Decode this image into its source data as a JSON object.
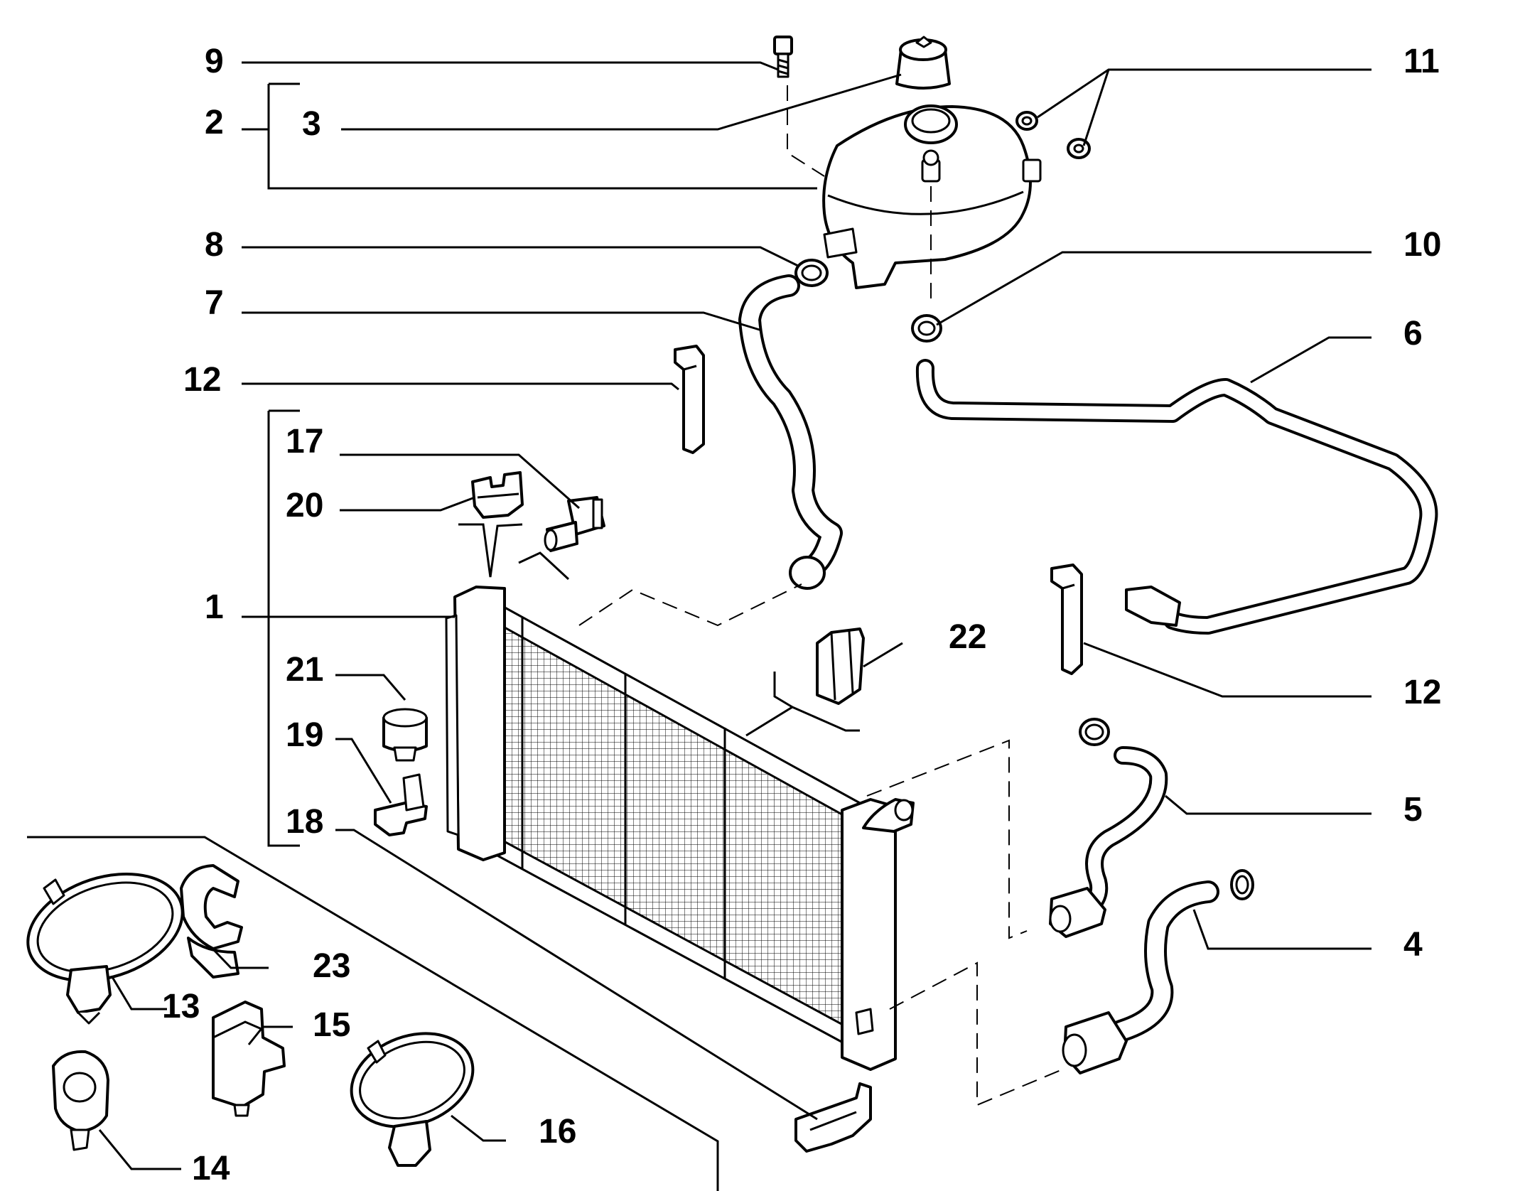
{
  "labels": {
    "l1": "1",
    "l2": "2",
    "l3": "3",
    "l4": "4",
    "l5": "5",
    "l6": "6",
    "l7": "7",
    "l8": "8",
    "l9": "9",
    "l10": "10",
    "l11": "11",
    "l12a": "12",
    "l12b": "12",
    "l13": "13",
    "l14": "14",
    "l15": "15",
    "l16": "16",
    "l17": "17",
    "l18": "18",
    "l19": "19",
    "l20": "20",
    "l21": "21",
    "l22": "22",
    "l23": "23"
  }
}
